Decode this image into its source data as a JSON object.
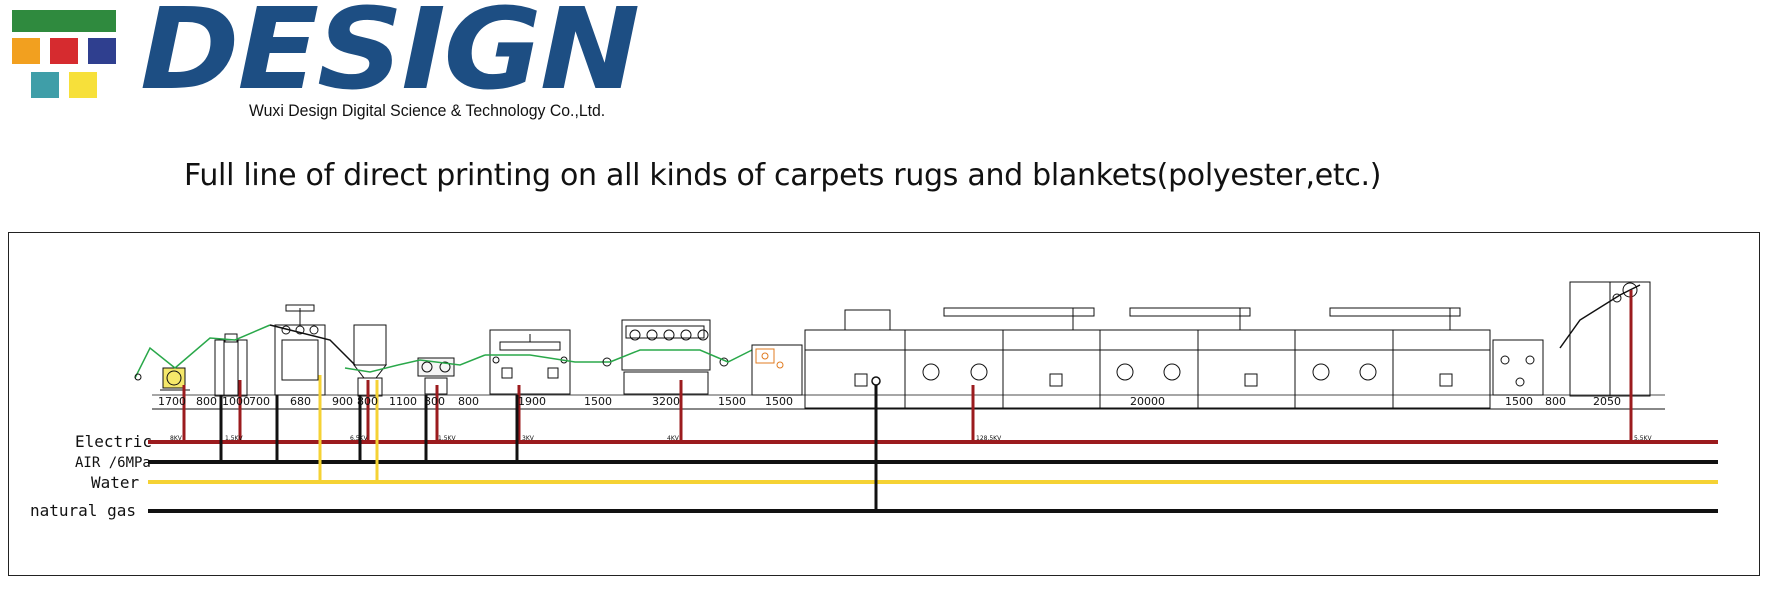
{
  "brand": {
    "name": "DESIGN",
    "company": "Wuxi Design Digital Science & Technology Co.,Ltd.",
    "colors": {
      "wordmark": "#1d4e83",
      "green": "#2f8a3e",
      "orange": "#f2a01f",
      "red": "#d62b2f",
      "blue": "#2f3f8f",
      "teal": "#3f9ea8",
      "yellow": "#f7e03a"
    }
  },
  "headline": "Full line of direct printing on all kinds of carpets rugs and blankets(polyester,etc.)",
  "utilities": [
    {
      "key": "electric",
      "label": "Electric",
      "color": "#9b1b1e"
    },
    {
      "key": "air",
      "label": "AIR /6MPa",
      "color": "#111111"
    },
    {
      "key": "water",
      "label": "Water",
      "color": "#f5d234"
    },
    {
      "key": "gas",
      "label": "natural gas",
      "color": "#111111"
    }
  ],
  "dimensions": [
    "1700",
    "800",
    "1000",
    "700",
    "680",
    "900",
    "800",
    "1100",
    "800",
    "800",
    "1900",
    "1500",
    "3200",
    "1500",
    "1500",
    "20000",
    "1500",
    "800",
    "2050"
  ],
  "power_ratings": [
    "8KV",
    "1.5KV",
    "6.5KV",
    "1.5KV",
    "3KV",
    "4KV",
    "128.5KV",
    "5.5KV"
  ]
}
